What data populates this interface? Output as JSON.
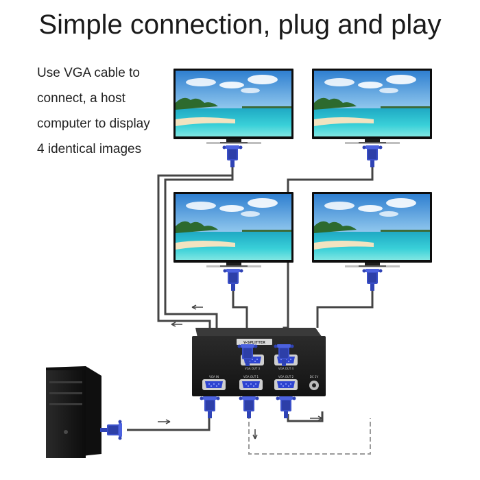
{
  "headline": "Simple connection, plug and play",
  "description": {
    "lines": [
      "Use VGA cable to",
      "connect, a host",
      "computer to display",
      "4 identical images"
    ]
  },
  "colors": {
    "vga_connector": "#3a4fc8",
    "cable": "#444444",
    "splitter_body": "#1c1c1c",
    "computer": "#1a1a1a"
  },
  "splitter": {
    "brand_text": "V-SPLITTER",
    "port_labels": [
      "VGA OUT 3",
      "VGA OUT 4",
      "VGA IN",
      "VGA OUT 1",
      "VGA OUT 2",
      "DC 5V"
    ]
  },
  "icons": [
    "monitor-icon",
    "vga-connector-icon",
    "computer-tower-icon",
    "arrow-icon"
  ]
}
